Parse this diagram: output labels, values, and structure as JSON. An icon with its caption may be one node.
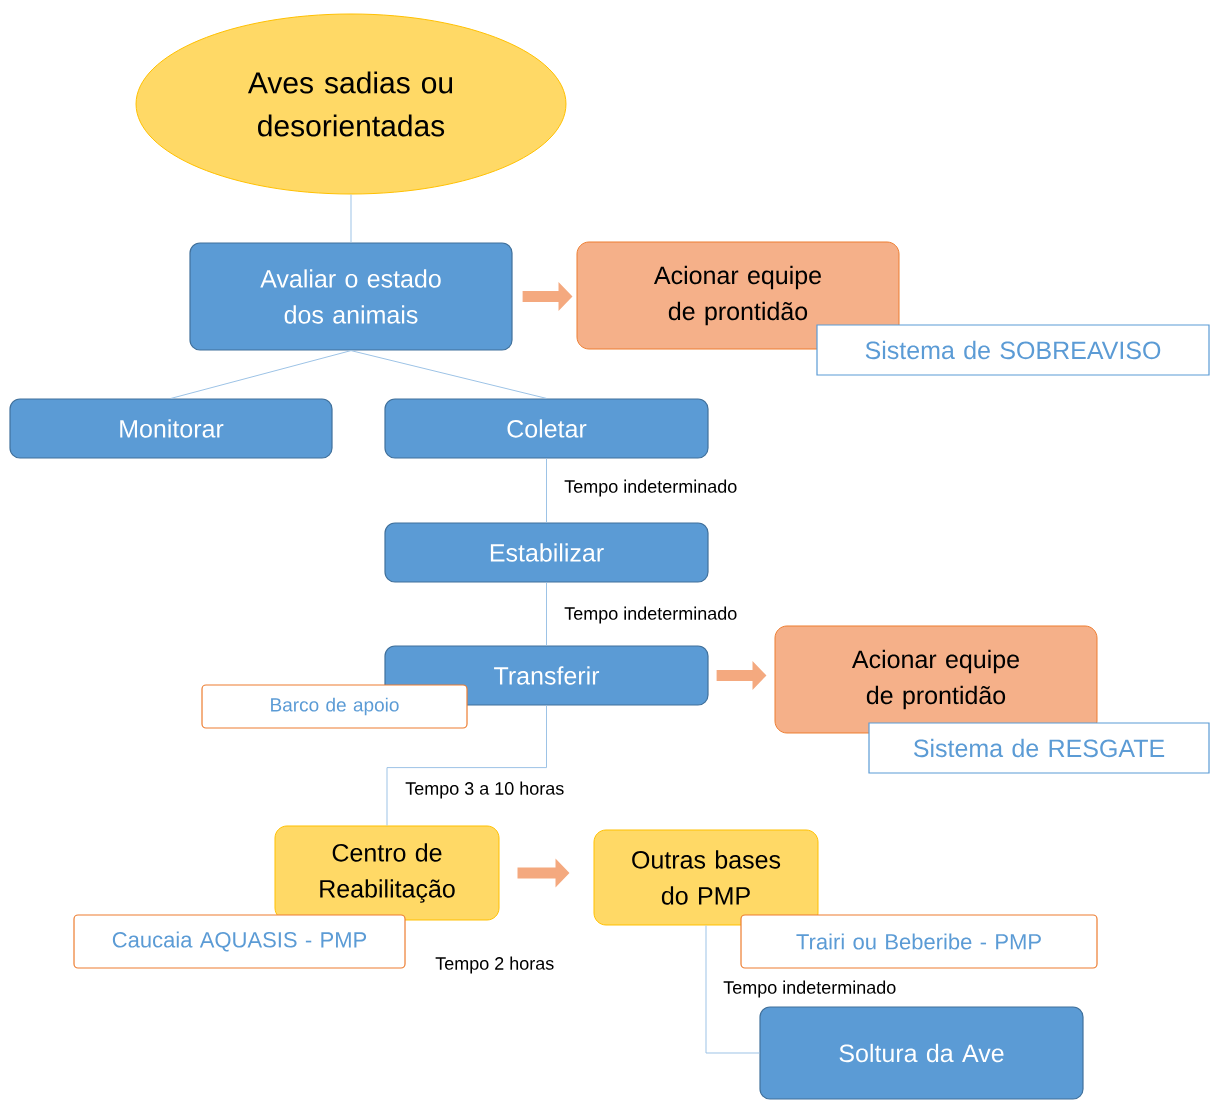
{
  "diagram": {
    "nodes": [
      {
        "text": [
          "Aves sadias ou desorientadas"
        ]
      },
      {
        "text": [
          "Avaliar o estado dos animais"
        ]
      },
      {
        "text": [
          "Acionar equipe de prontidão"
        ]
      },
      {
        "text": [
          "Sistema de SOBREAVISO"
        ]
      },
      {
        "text": [
          "Monitorar"
        ]
      },
      {
        "text": [
          "Coletar"
        ]
      },
      {
        "text": [
          "Estabilizar"
        ]
      },
      {
        "text": [
          "Transferir"
        ]
      },
      {
        "text": [
          "Barco de apoio"
        ]
      },
      {
        "text": [
          "Acionar equipe de prontidão"
        ]
      },
      {
        "text": [
          "Sistema de RESGATE"
        ]
      },
      {
        "text": [
          "Centro de Reabilitação"
        ]
      },
      {
        "text": [
          "Caucaia AQUASIS - PMP"
        ]
      },
      {
        "text": [
          "Outras bases do PMP"
        ]
      },
      {
        "text": [
          "Trairi ou Beberibe - PMP"
        ]
      },
      {
        "text": [
          "Soltura da Ave"
        ]
      }
    ],
    "edges": [
      {
        "from": 0,
        "to": 1,
        "arrow": "none"
      },
      {
        "from": 1,
        "to": 2,
        "arrow": "to",
        "style": "thick",
        "color": "#f4a97f"
      },
      {
        "from": 1,
        "to": 4,
        "arrow": "none"
      },
      {
        "from": 1,
        "to": 5,
        "arrow": "none"
      },
      {
        "from": 5,
        "to": 6,
        "arrow": "none",
        "label": "Tempo indeterminado"
      },
      {
        "from": 6,
        "to": 7,
        "arrow": "none",
        "label": "Tempo indeterminado"
      },
      {
        "from": 7,
        "to": 9,
        "arrow": "to",
        "style": "thick",
        "color": "#f4a97f"
      },
      {
        "from": 7,
        "to": 11,
        "arrow": "none",
        "label": "Tempo 3 a 10 horas"
      },
      {
        "from": 11,
        "to": 13,
        "arrow": "to",
        "style": "thick",
        "color": "#f4a97f",
        "label": "Tempo 2 horas"
      },
      {
        "from": 13,
        "to": 15,
        "arrow": "none",
        "label": "Tempo indeterminado"
      }
    ]
  }
}
